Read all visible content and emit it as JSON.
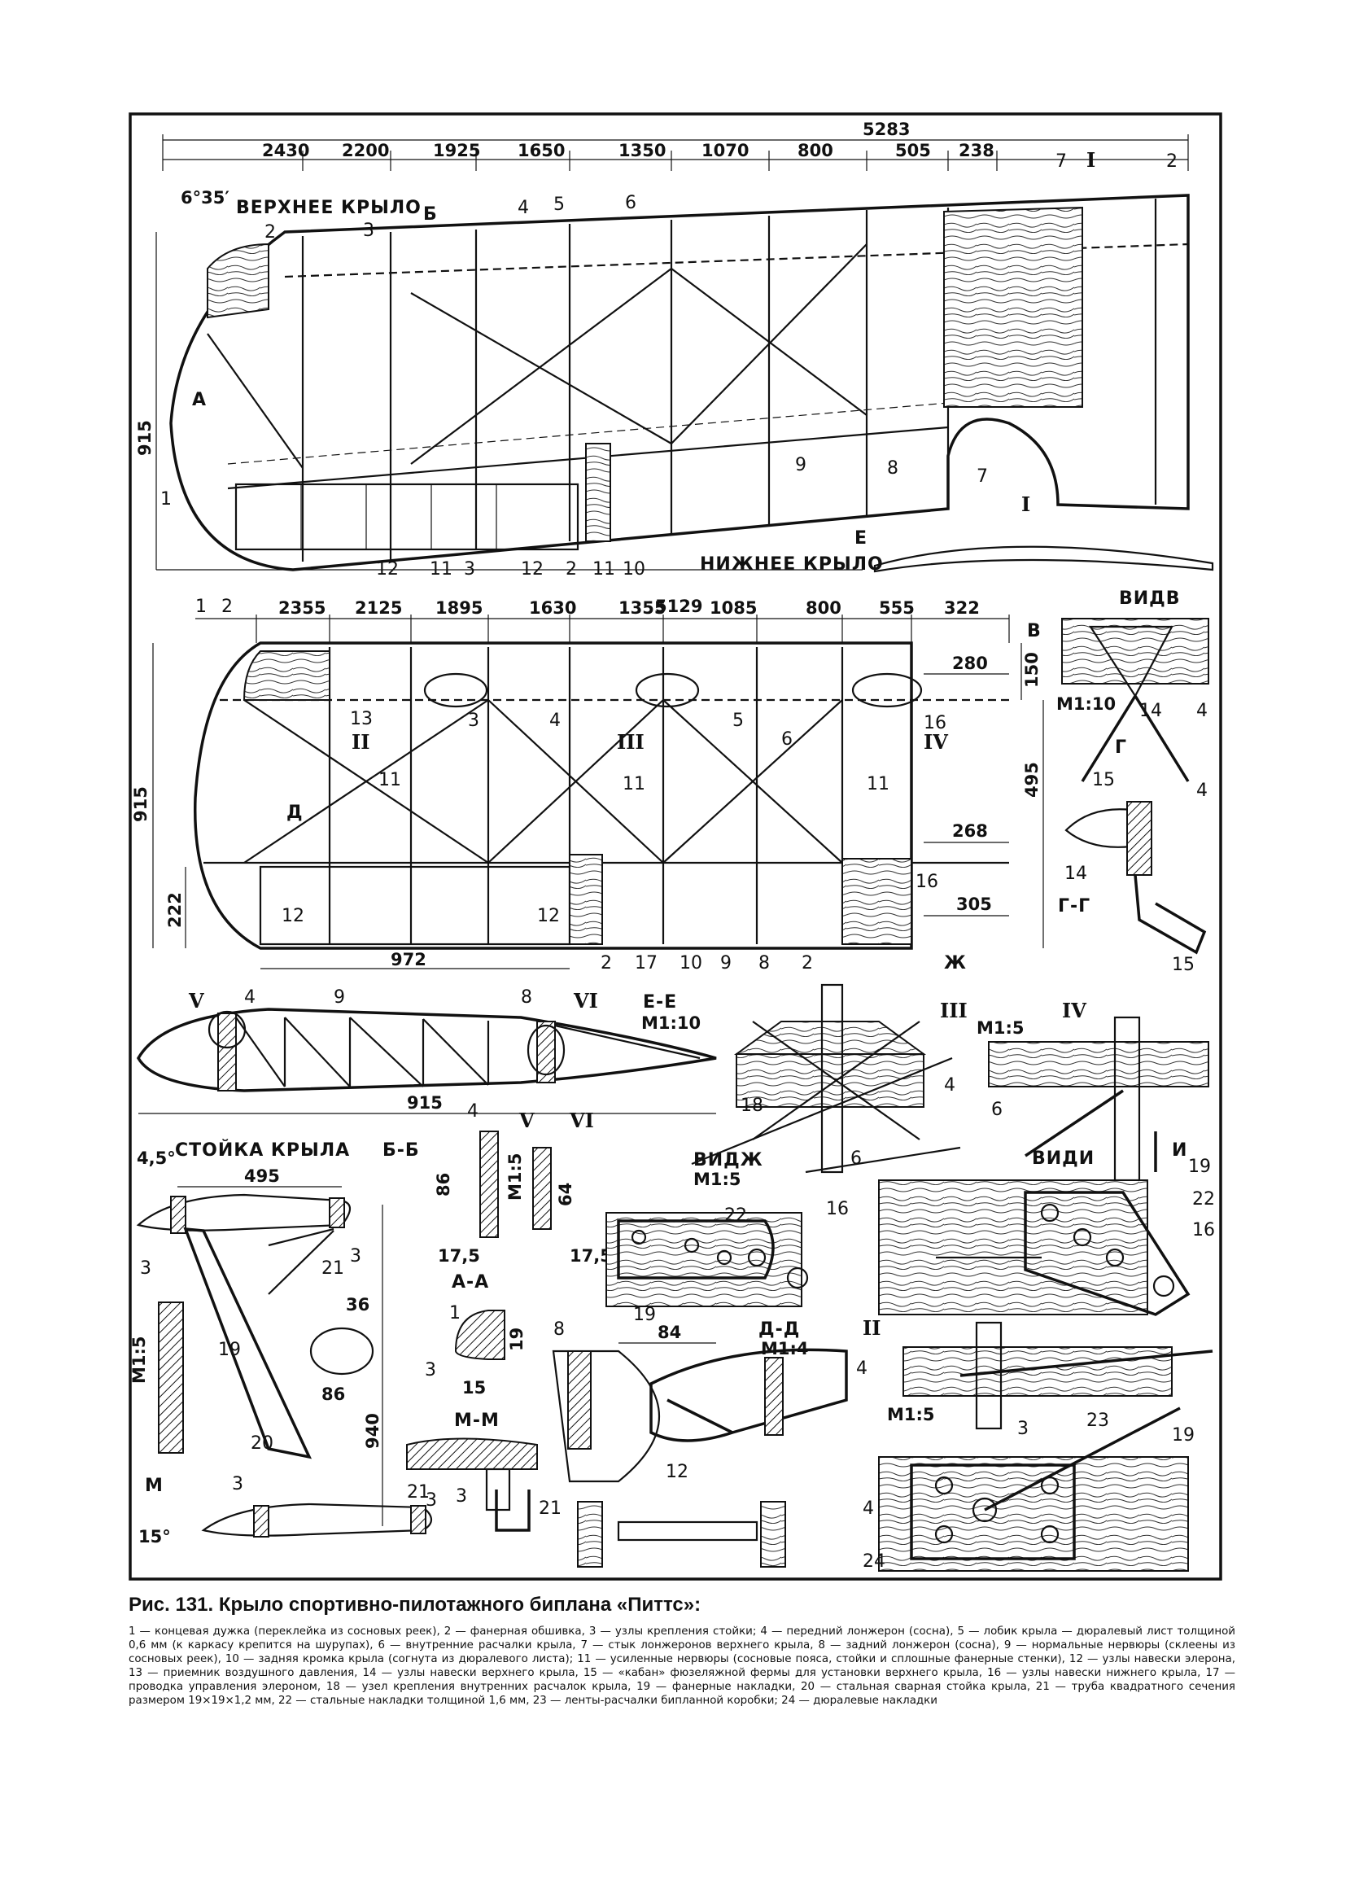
{
  "upper_wing": {
    "title": "ВЕРХНЕЕ КРЫЛО",
    "angle": "6°35′",
    "span_total": "5283",
    "bay_dims": [
      "2430",
      "2200",
      "1925",
      "1650",
      "1350",
      "1070",
      "800",
      "505",
      "238"
    ],
    "chord": "915",
    "section_marks": [
      "Б",
      "Е",
      "А",
      "I"
    ],
    "callouts": [
      "2",
      "3",
      "4",
      "5",
      "6",
      "7",
      "I",
      "2",
      "1",
      "9",
      "8",
      "7",
      "12",
      "11",
      "3",
      "12",
      "2",
      "11",
      "10"
    ]
  },
  "lower_wing": {
    "title": "НИЖНЕЕ КРЫЛО",
    "span_total": "5129",
    "bay_dims": [
      "2355",
      "2125",
      "1895",
      "1630",
      "1355",
      "1085",
      "800",
      "555",
      "322"
    ],
    "chord": "915",
    "dims_other": [
      "222",
      "972",
      "280",
      "150",
      "495",
      "268",
      "305"
    ],
    "section_marks": [
      "Д",
      "В",
      "Ж",
      "II",
      "III",
      "IV"
    ],
    "callouts": [
      "1",
      "2",
      "13",
      "3",
      "4",
      "5",
      "6",
      "16",
      "11",
      "11",
      "11",
      "12",
      "12",
      "2",
      "17",
      "10",
      "9",
      "8",
      "2",
      "16"
    ]
  },
  "view_v": {
    "title": "ВИДВ",
    "scale": "М1:10",
    "callouts": [
      "14",
      "4",
      "15"
    ],
    "section": "Г",
    "section_label": "Г-Г",
    "section_callouts": [
      "4",
      "14",
      "15"
    ]
  },
  "section_ee": {
    "title": "Е-Е",
    "scale": "М1:10",
    "callouts": [
      "V",
      "4",
      "9",
      "8",
      "VI"
    ],
    "chord": "915"
  },
  "detail_iii": {
    "title": "III",
    "callouts": [
      "18",
      "6",
      "4"
    ]
  },
  "detail_iv": {
    "title": "IV",
    "scale": "М1:5",
    "callouts": [
      "6"
    ],
    "arrow": "И"
  },
  "strut": {
    "title": "СТОЙКА КРЫЛА",
    "section": "Б-Б",
    "angle_top": "4,5°",
    "angle_bottom": "15°",
    "dims": [
      "495",
      "36",
      "86",
      "940"
    ],
    "callouts": [
      "3",
      "3",
      "21",
      "20",
      "19",
      "3",
      "21",
      "3"
    ],
    "scale": "М1:5",
    "mark": "М"
  },
  "spar_sections": {
    "labels": [
      "V",
      "VI"
    ],
    "dims": [
      "86",
      "64",
      "17,5",
      "17,5"
    ],
    "scale": "М1:5",
    "callout": "4"
  },
  "section_aa": {
    "title": "А-А",
    "callouts": [
      "1",
      "3"
    ],
    "dims": [
      "19",
      "15"
    ]
  },
  "section_mm": {
    "title": "М-М",
    "callouts": [
      "3",
      "21"
    ]
  },
  "view_zh": {
    "title": "ВИДЖ",
    "scale": "М1:5",
    "callouts": [
      "22",
      "16",
      "19",
      "8"
    ]
  },
  "view_i": {
    "title": "ВИДИ",
    "callouts": [
      "19",
      "22",
      "16"
    ]
  },
  "section_dd": {
    "title": "Д-Д",
    "scale": "М1:4",
    "dims": [
      "84"
    ],
    "callouts": [
      "12"
    ]
  },
  "detail_ii": {
    "title": "II",
    "scale": "М1:5",
    "callouts": [
      "4",
      "3",
      "23",
      "19",
      "4",
      "24"
    ]
  },
  "caption": {
    "title": "Рис. 131. Крыло спортивно-пилотажного биплана «Питтс»:",
    "text": "1 — концевая дужка (переклейка из сосновых реек), 2 — фанерная обшивка, 3 — узлы крепления стойки; 4 — передний лонжерон (сосна), 5 — лобик крыла — дюралевый лист толщиной 0,6 мм (к каркасу крепится на шурупах), 6 — внутренние расчалки крыла, 7 — стык лонжеронов верхнего крыла, 8 — задний лонжерон (сосна), 9 — нормальные нервюры (склеены из сосновых реек), 10 — задняя кромка крыла (согнута из дюралевого листа); 11 — усиленные нервюры (сосновые пояса, стойки и сплошные фанерные стенки), 12 — узлы навески элерона, 13 — приемник воздушного давления, 14 — узлы навески верхнего крыла, 15 — «кабан» фюзеляжной фермы для установки верхнего крыла, 16 — узлы навески нижнего крыла, 17 — проводка управления элероном, 18 — узел крепления внутренних расчалок крыла, 19 — фанерные накладки, 20 — стальная сварная стойка крыла, 21 — труба квадратного сечения размером 19×19×1,2 мм, 22 — стальные накладки толщиной 1,6 мм, 23 — ленты-расчалки бипланной коробки; 24 — дюралевые накладки"
  }
}
